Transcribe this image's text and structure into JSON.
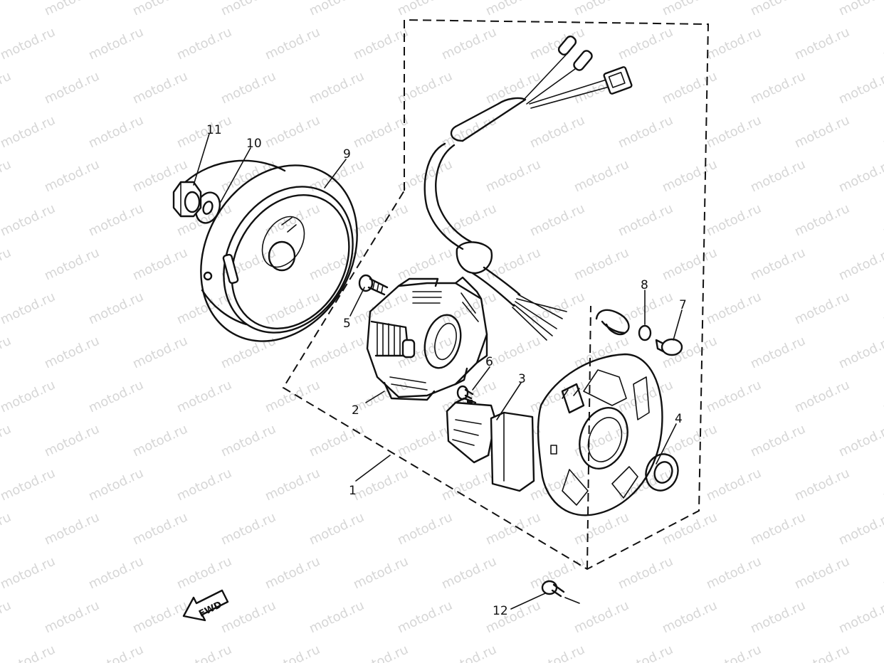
{
  "watermark": {
    "text": "motod.ru",
    "color": "#d6d6d6"
  },
  "direction_marker": {
    "label": "FWD",
    "icon": "fwd-arrow-icon"
  },
  "callouts": [
    {
      "label": "1",
      "part": "generator-assembly"
    },
    {
      "label": "2",
      "part": "stator"
    },
    {
      "label": "3",
      "part": "pickup-coil"
    },
    {
      "label": "4",
      "part": "oil-seal"
    },
    {
      "label": "5",
      "part": "screw"
    },
    {
      "label": "6",
      "part": "screw"
    },
    {
      "label": "7",
      "part": "screw"
    },
    {
      "label": "8",
      "part": "lock-washer"
    },
    {
      "label": "9",
      "part": "rotor"
    },
    {
      "label": "10",
      "part": "washer"
    },
    {
      "label": "11",
      "part": "nut"
    },
    {
      "label": "12",
      "part": "screw"
    }
  ],
  "colors": {
    "line": "#111111",
    "background": "#ffffff"
  }
}
